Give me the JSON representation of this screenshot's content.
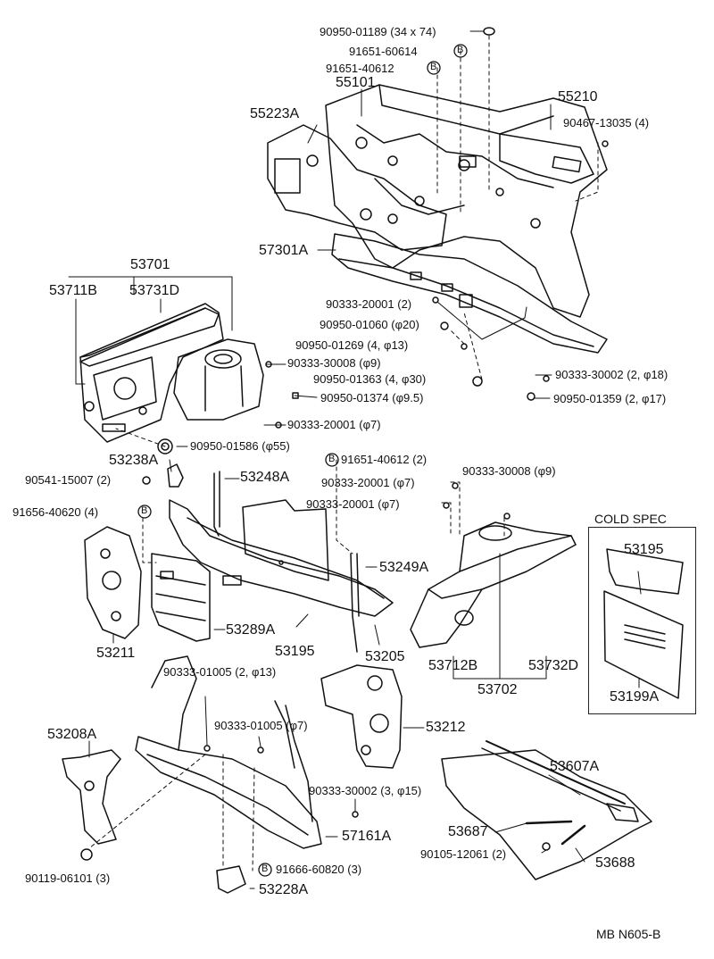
{
  "panel_title": "COLD SPEC",
  "footer": "MB  N605-B",
  "parts": {
    "p90950_01189": "90950-01189 (34 x 74)",
    "p91651_60614": "91651-60614",
    "p91651_40612": "91651-40612",
    "p55101": "55101",
    "p55210": "55210",
    "p90467_13035": "90467-13035 (4)",
    "p55223A": "55223A",
    "p57301A": "57301A",
    "p53701": "53701",
    "p53711B": "53711B",
    "p53731D": "53731D",
    "p90333_20001_2": "90333-20001 (2)",
    "p90950_01060": "90950-01060 (φ20)",
    "p90950_01269": "90950-01269 (4, φ13)",
    "p90333_30008_9a": "90333-30008 (φ9)",
    "p90950_01363": "90950-01363 (4, φ30)",
    "p90950_01374": "90950-01374 (φ9.5)",
    "p90333_30002_2": "90333-30002 (2, φ18)",
    "p90950_01359": "90950-01359 (2, φ17)",
    "p90333_20001_7a": "90333-20001 (φ7)",
    "p90950_01586": "90950-01586 (φ55)",
    "p53238A": "53238A",
    "p90541_15007": "90541-15007 (2)",
    "p53248A": "53248A",
    "p91651_40612_2": "91651-40612 (2)",
    "p90333_30008_9b": "90333-30008 (φ9)",
    "p90333_20001_7b": "90333-20001 (φ7)",
    "p90333_20001_7c": "90333-20001 (φ7)",
    "p91656_40620": "91656-40620 (4)",
    "p53249A": "53249A",
    "p53195a": "53195",
    "p53211": "53211",
    "p53289A": "53289A",
    "p53195b": "53195",
    "p53205": "53205",
    "p53712B": "53712B",
    "p53732D": "53732D",
    "p53702": "53702",
    "p53199A": "53199A",
    "p90333_01005_2": "90333-01005 (2, φ13)",
    "p90333_01005_7": "90333-01005 (φ7)",
    "p53212": "53212",
    "p53208A": "53208A",
    "p53607A": "53607A",
    "p90333_30002_3": "90333-30002 (3, φ15)",
    "p57161A": "57161A",
    "p53687": "53687",
    "p90105_12061": "90105-12061 (2)",
    "p53688": "53688",
    "p90119_06101": "90119-06101 (3)",
    "p91666_60820": "91666-60820 (3)",
    "p53228A": "53228A"
  },
  "badges": {
    "b": "B"
  }
}
